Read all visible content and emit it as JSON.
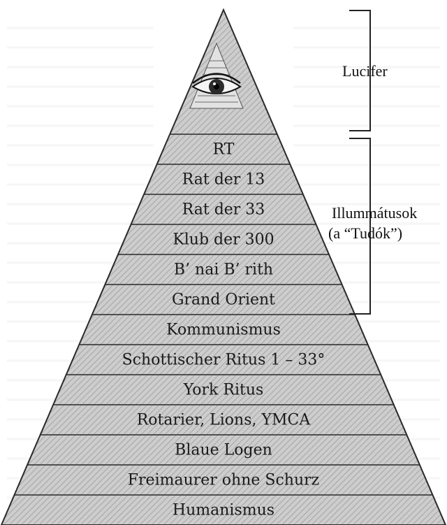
{
  "pyramid": {
    "tiers": [
      "RT",
      "Rat der 13",
      "Rat der 33",
      "Klub der 300",
      "B’ nai B’ rith",
      "Grand Orient",
      "Kommunismus",
      "Schottischer Ritus 1 – 33°",
      "York Ritus",
      "Rotarier, Lions, YMCA",
      "Blaue Logen",
      "Freimaurer ohne Schurz",
      "Humanismus"
    ],
    "apex_icon": "all-seeing-eye-icon"
  },
  "annotations": {
    "top_label": "Lucifer",
    "middle_label_line1": "Illummátusok",
    "middle_label_line2": "(a “Tudók”)"
  },
  "colors": {
    "pyramid_fill": "#c9c9c9",
    "pyramid_hatch": "#9a9a9a",
    "line": "#2a2a2a",
    "background_text": "#ececec"
  }
}
